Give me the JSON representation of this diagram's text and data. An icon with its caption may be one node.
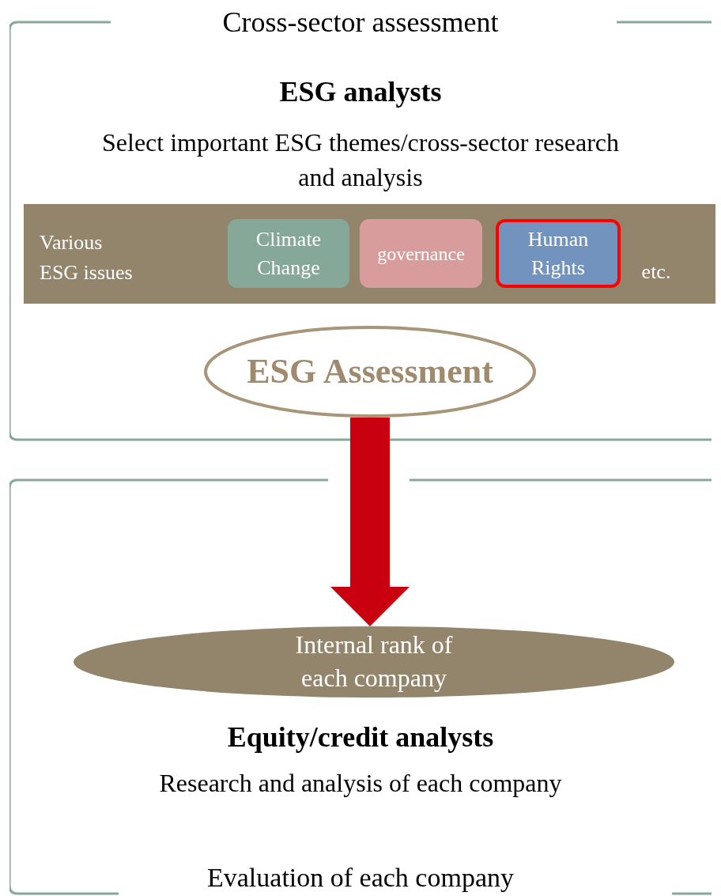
{
  "diagram": {
    "nodes": [
      {
        "text": [
          "Cross-sector assessment",
          "ESG analysts",
          "Select important ESG themes/cross-sector research and analysis"
        ]
      },
      {
        "text": [
          "Various ESG issues",
          "etc."
        ],
        "in": 0
      },
      {
        "text": [
          "Climate Change"
        ],
        "in": 1
      },
      {
        "text": [
          "governance"
        ],
        "in": 1
      },
      {
        "text": [
          "Human Rights"
        ],
        "in": 1
      },
      {
        "text": [
          "ESG Assessment"
        ],
        "in": 0
      },
      {
        "text": [
          "Equity/credit analysts",
          "Research and analysis of each company",
          "Evaluation of each company"
        ]
      },
      {
        "text": [
          "Internal rank of each company"
        ],
        "in": 6
      }
    ],
    "edges": [
      {
        "from": 5,
        "to": 7,
        "arrow": "to",
        "color": "#c8000f"
      }
    ]
  }
}
